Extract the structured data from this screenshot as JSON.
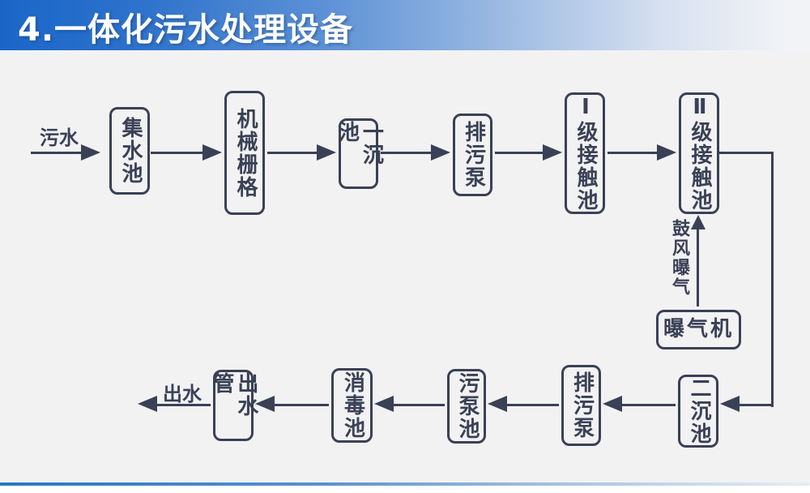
{
  "title": "4.一体化污水处理设备",
  "colors": {
    "accent_blue": "#1a66c8",
    "diagram_ink": "#3a4156",
    "background": "#f2f2f3"
  },
  "flowchart": {
    "input_label": "污水",
    "output_label": "出水",
    "aeration_label": "鼓风曝气",
    "nodes": [
      {
        "id": "collection-tank",
        "label": "集水池"
      },
      {
        "id": "mechanical-grid",
        "label": "机械栅格"
      },
      {
        "id": "primary-sedimentation-tank",
        "label": "一沉池"
      },
      {
        "id": "sewage-discharge-pump-1",
        "label": "排污泵"
      },
      {
        "id": "level-1-contact-tank",
        "label": "Ⅰ级接触池"
      },
      {
        "id": "level-2-contact-tank",
        "label": "Ⅱ级接触池"
      },
      {
        "id": "aerator",
        "label": "曝气机"
      },
      {
        "id": "secondary-sedimentation-tank",
        "label": "二沉池"
      },
      {
        "id": "sewage-discharge-pump-2",
        "label": "排污泵"
      },
      {
        "id": "sewage-pump-tank",
        "label": "污泵池"
      },
      {
        "id": "disinfection-tank",
        "label": "消毒池"
      },
      {
        "id": "outlet-pipe",
        "label": "出水管"
      }
    ]
  }
}
